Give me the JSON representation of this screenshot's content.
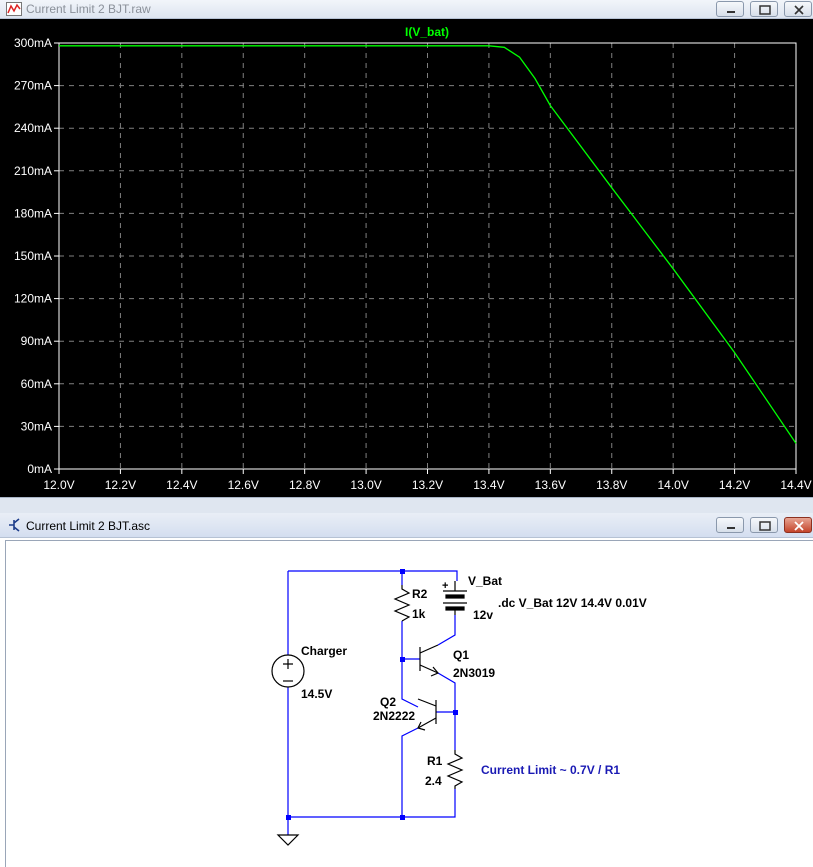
{
  "plot_window": {
    "title": "Current Limit 2 BJT.raw",
    "trace_label": "I(V_bat)",
    "trace_color": "#00ff00"
  },
  "schematic_window": {
    "title": "Current Limit 2 BJT.asc",
    "labels": {
      "charger_name": "Charger",
      "charger_value": "14.5V",
      "r2_name": "R2",
      "r2_value": "1k",
      "vbat_name": "V_Bat",
      "vbat_value": "12v",
      "directive": ".dc V_Bat 12V 14.4V 0.01V",
      "q1_name": "Q1",
      "q1_model": "2N3019",
      "q2_name": "Q2",
      "q2_model": "2N2222",
      "r1_name": "R1",
      "r1_value": "2.4",
      "comment": "Current Limit ~ 0.7V / R1",
      "plus_sign": "+"
    },
    "wire_color": "#0000ff",
    "comment_color": "#1a1ab4"
  },
  "chart_data": {
    "type": "line",
    "title": "I(V_bat)",
    "xlabel": "",
    "ylabel": "",
    "xlim": [
      12.0,
      14.4
    ],
    "ylim": [
      0,
      300
    ],
    "x_ticks": [
      "12.0V",
      "12.2V",
      "12.4V",
      "12.6V",
      "12.8V",
      "13.0V",
      "13.2V",
      "13.4V",
      "13.6V",
      "13.8V",
      "14.0V",
      "14.2V",
      "14.4V"
    ],
    "y_ticks": [
      "0mA",
      "30mA",
      "60mA",
      "90mA",
      "120mA",
      "150mA",
      "180mA",
      "210mA",
      "240mA",
      "270mA",
      "300mA"
    ],
    "grid": true,
    "series": [
      {
        "name": "I(V_bat)",
        "x": [
          12.0,
          13.4,
          13.45,
          13.5,
          13.55,
          13.6,
          13.8,
          14.0,
          14.2,
          14.4
        ],
        "y": [
          298,
          298,
          297,
          290,
          275,
          256,
          198,
          141,
          82,
          18
        ]
      }
    ]
  }
}
